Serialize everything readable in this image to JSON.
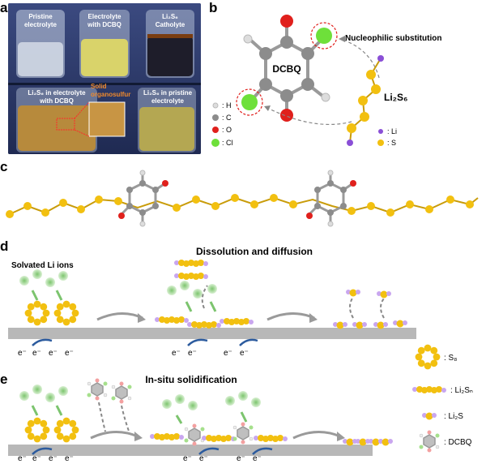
{
  "panels": {
    "a": "a",
    "b": "b",
    "c": "c",
    "d": "d",
    "e": "e"
  },
  "photos": {
    "vial1": {
      "line1": "Pristine",
      "line2": "electrolyte"
    },
    "vial2": {
      "line1": "Electrolyte",
      "line2": "with DCBQ"
    },
    "vial3": {
      "line1": "Li₂S₆",
      "line2": "Catholyte"
    },
    "vial4": {
      "line1": "Li₂S₆ in electrolyte",
      "line2": "with DCBQ"
    },
    "vial5": {
      "line1": "Li₂S₆ in pristine",
      "line2": "electrolyte"
    },
    "solid": {
      "line1": "Solid",
      "line2": "organosulfur"
    }
  },
  "molecule": {
    "name": "DCBQ",
    "reaction": "Nucleophilic substitution",
    "reactant": "Li₂S₆",
    "legend_left": [
      {
        "symbol": "H",
        "label": ": H",
        "color": "#dddddd"
      },
      {
        "symbol": "C",
        "label": ": C",
        "color": "#8c8c8c"
      },
      {
        "symbol": "O",
        "label": ": O",
        "color": "#e0201c"
      },
      {
        "symbol": "Cl",
        "label": ": Cl",
        "color": "#6ee03a"
      }
    ],
    "legend_right": [
      {
        "symbol": "Li",
        "label": ": Li",
        "color": "#8a4fd6"
      },
      {
        "symbol": "S",
        "label": ": S",
        "color": "#f2c010"
      }
    ]
  },
  "process_d": {
    "title": "Dissolution and diffusion",
    "label": "Solvated Li ions"
  },
  "process_e": {
    "title": "In-situ solidification"
  },
  "electron": "e⁻",
  "legend_species": [
    {
      "name": ": S₈"
    },
    {
      "name": ": Li₂Sₙ"
    },
    {
      "name": ": Li₂S"
    },
    {
      "name": ": DCBQ"
    }
  ],
  "colors": {
    "sulfur": "#f2c010",
    "lithium": "#c9a6ef",
    "li_ion": "#9fd894",
    "electrode": "#b8b8b8",
    "arrow": "#9a9a9a",
    "blue_arrow": "#2c5b9e"
  }
}
